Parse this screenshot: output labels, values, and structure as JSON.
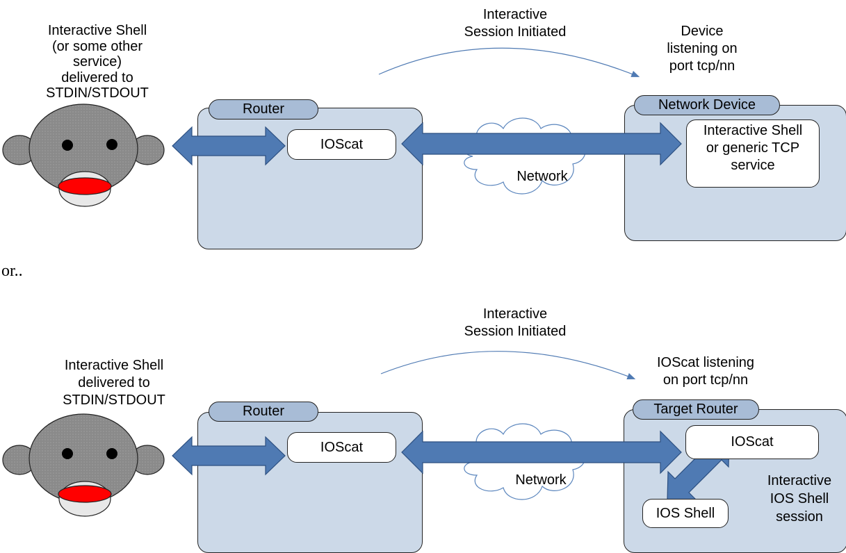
{
  "colors": {
    "box_fill": "#ccd9e8",
    "tag_fill": "#a8bcd6",
    "arrow_fill": "#4f7ab3",
    "arc_stroke": "#4f7ab3",
    "face_fill": "#8c8c8c",
    "mouth_fill": "#ff0000",
    "chin_fill": "#e8e8e8"
  },
  "separator": "or..",
  "top": {
    "shell_label": "Interactive Shell\n(or some other\nservice)\ndelivered to\nSTDIN/STDOUT",
    "session_label": "Interactive\nSession Initiated",
    "device_label": "Device\nlistening on\nport tcp/nn",
    "router_tag": "Router",
    "ioscat_label": "IOScat",
    "network_label": "Network",
    "device_tag": "Network Device",
    "device_service": "Interactive Shell\nor generic TCP\nservice"
  },
  "bottom": {
    "shell_label": "Interactive Shell\ndelivered to\nSTDIN/STDOUT",
    "session_label": "Interactive\nSession Initiated",
    "listener_label": "IOScat listening\non port tcp/nn",
    "router_tag": "Router",
    "ioscat_label": "IOScat",
    "network_label": "Network",
    "target_tag": "Target Router",
    "target_ioscat": "IOScat",
    "ios_shell": "IOS Shell",
    "ios_session_label": "Interactive\nIOS Shell\nsession"
  }
}
